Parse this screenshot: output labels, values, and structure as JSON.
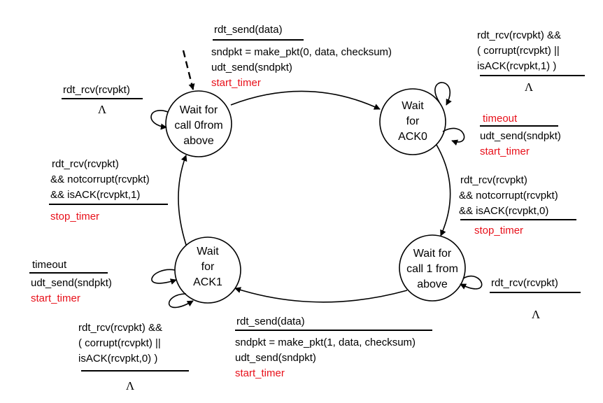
{
  "colors": {
    "action_highlight": "#e8101a",
    "stroke": "#000000"
  },
  "states": {
    "s0": {
      "lines": [
        "Wait for",
        "call 0from",
        "above"
      ]
    },
    "s1": {
      "lines": [
        "Wait",
        "for",
        "ACK0"
      ]
    },
    "s2": {
      "lines": [
        "Wait for",
        "call 1 from",
        "above"
      ]
    },
    "s3": {
      "lines": [
        "Wait",
        "for",
        "ACK1"
      ]
    }
  },
  "transitions": {
    "t_s0_self": {
      "event": "rdt_rcv(rcvpkt)",
      "action": "Λ"
    },
    "t_s0_s1": {
      "event": "rdt_send(data)",
      "action_lines": [
        "sndpkt = make_pkt(0, data, checksum)",
        "udt_send(sndpkt)"
      ],
      "highlight": "start_timer"
    },
    "t_s1_self_corrupt": {
      "event_lines": [
        "rdt_rcv(rcvpkt) &&",
        "( corrupt(rcvpkt) ||",
        "isACK(rcvpkt,1) )"
      ],
      "action": "Λ"
    },
    "t_s1_self_timeout": {
      "event": "timeout",
      "action": "udt_send(sndpkt)",
      "highlight": "start_timer"
    },
    "t_s1_s2": {
      "event_lines": [
        "rdt_rcv(rcvpkt)",
        "&& notcorrupt(rcvpkt)",
        "&& isACK(rcvpkt,0)"
      ],
      "highlight": "stop_timer"
    },
    "t_s2_self": {
      "event": "rdt_rcv(rcvpkt)",
      "action": "Λ"
    },
    "t_s2_s3": {
      "event": "rdt_send(data)",
      "action_lines": [
        "sndpkt = make_pkt(1, data, checksum)",
        "udt_send(sndpkt)"
      ],
      "highlight": "start_timer"
    },
    "t_s3_self_timeout": {
      "event": "timeout",
      "action": "udt_send(sndpkt)",
      "highlight": "start_timer"
    },
    "t_s3_self_corrupt": {
      "event_lines": [
        "rdt_rcv(rcvpkt) &&",
        "( corrupt(rcvpkt) ||",
        "isACK(rcvpkt,0) )"
      ],
      "action": "Λ"
    },
    "t_s3_s0": {
      "event_lines": [
        "rdt_rcv(rcvpkt)",
        "&& notcorrupt(rcvpkt)",
        "&& isACK(rcvpkt,1)"
      ],
      "highlight": "stop_timer"
    }
  }
}
